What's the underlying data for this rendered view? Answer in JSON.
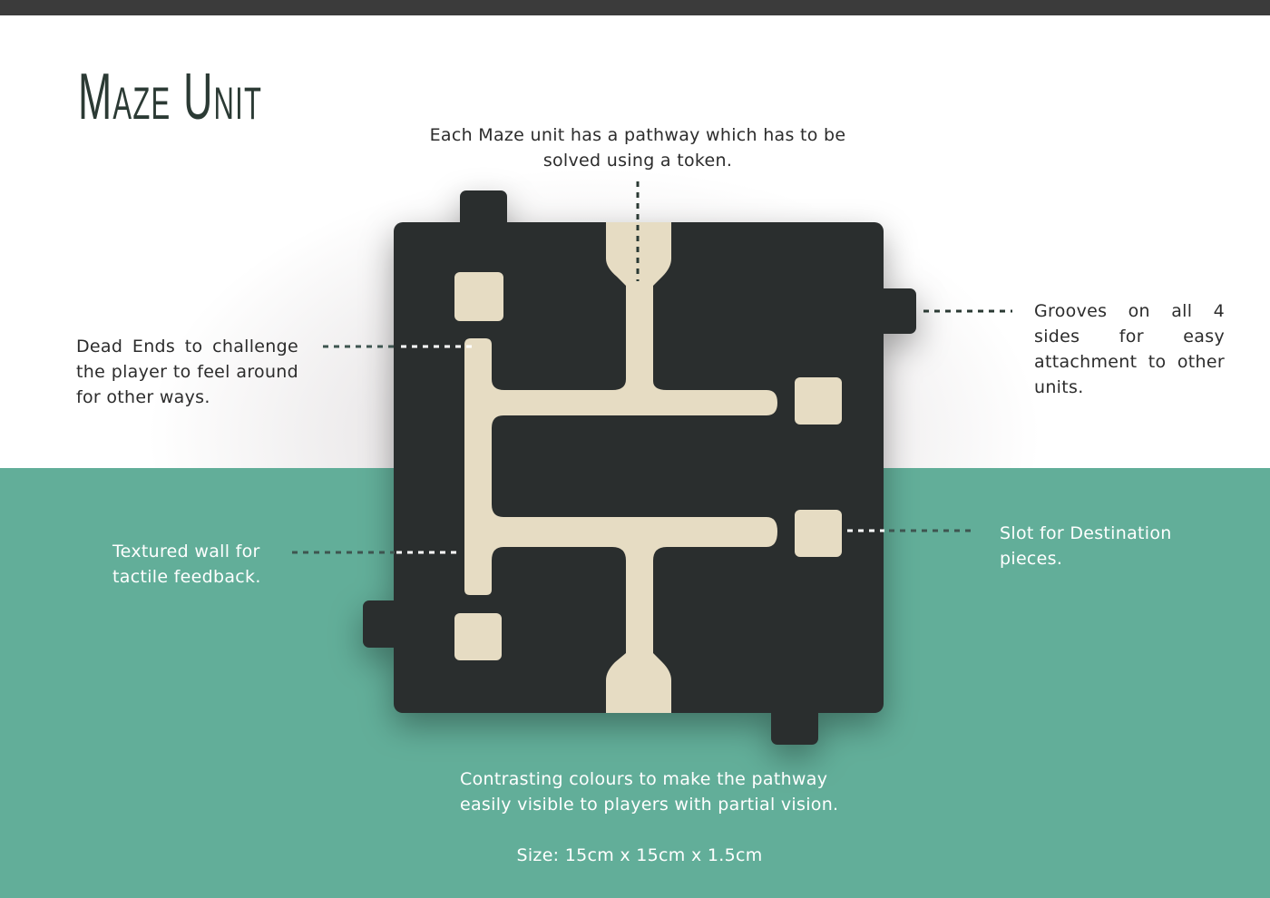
{
  "title": "Maze Unit",
  "annotations": {
    "pathway": "Each Maze unit has a pathway which has to be solved using a token.",
    "dead_ends": "Dead Ends to challenge the player to feel around for other ways.",
    "grooves": "Grooves on all 4 sides for easy attachment to other units.",
    "textured_wall": "Textured wall for tactile feedback.",
    "slot": "Slot for Destination pieces.",
    "contrast": "Contrasting colours to make the pathway easily visible to players with partial vision.",
    "size": "Size: 15cm x 15cm x 1.5cm"
  },
  "colors": {
    "board": "#2a2e2f",
    "path": "#e6dcc3",
    "teal": "#62ae99",
    "title": "#2b3a34"
  }
}
